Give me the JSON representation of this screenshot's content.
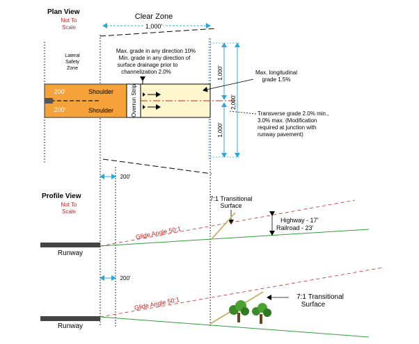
{
  "plan": {
    "title": "Plan View",
    "not_to_scale_1": "Not To",
    "not_to_scale_2": "Scale",
    "lateral_1": "Lateral",
    "lateral_2": "Safety",
    "lateral_3": "Zone",
    "clear_zone": "Clear Zone",
    "dim_1000_top": "1,000'",
    "grade_note_1": "Max. grade in any direction 10%",
    "grade_note_2": "Min. grade in any direction of",
    "grade_note_3": "surface drainage prior to",
    "grade_note_4": "channelization 2.0%",
    "dim_200_top": "200'",
    "dim_200_bottom": "200'",
    "shoulder_top": "Shoulder",
    "shoulder_bottom": "Shoulder",
    "overrun": "Overrun Strip",
    "max_long_1": "Max. longitudinal",
    "max_long_2": "grade 1.5%",
    "dim_1000_v_top": "1,000'",
    "dim_1000_v_bottom": "1,000'",
    "dim_2000": "2,000'",
    "transverse_1": "Transverse grade 2.0% min.,",
    "transverse_2": "3.0% max. (Modification",
    "transverse_3": "required at junction with",
    "transverse_4": "runway pavement)",
    "dim_200_mid": "200'"
  },
  "profile": {
    "title": "Profile View",
    "not_to_scale_1": "Not To",
    "not_to_scale_2": "Scale",
    "transitional_1": "7:1 Transitional",
    "transitional_2": "Surface",
    "highway": "Highway - 17'",
    "railroad": "Railroad - 23'",
    "glide_1": "Glide Angle 50:1",
    "runway_1": "Runway",
    "dim_200_low": "200'",
    "transitional2_1": "7:1 Transitional",
    "transitional2_2": "Surface",
    "glide_2": "Glide Angle 50:1",
    "runway_2": "Runway"
  },
  "colors": {
    "pavement": "#f5a23a",
    "overrun": "#fdf5cc",
    "red": "#cc2222",
    "cyan": "#2aa8d8",
    "green": "#2e9e3e",
    "tan": "#c8b870"
  }
}
